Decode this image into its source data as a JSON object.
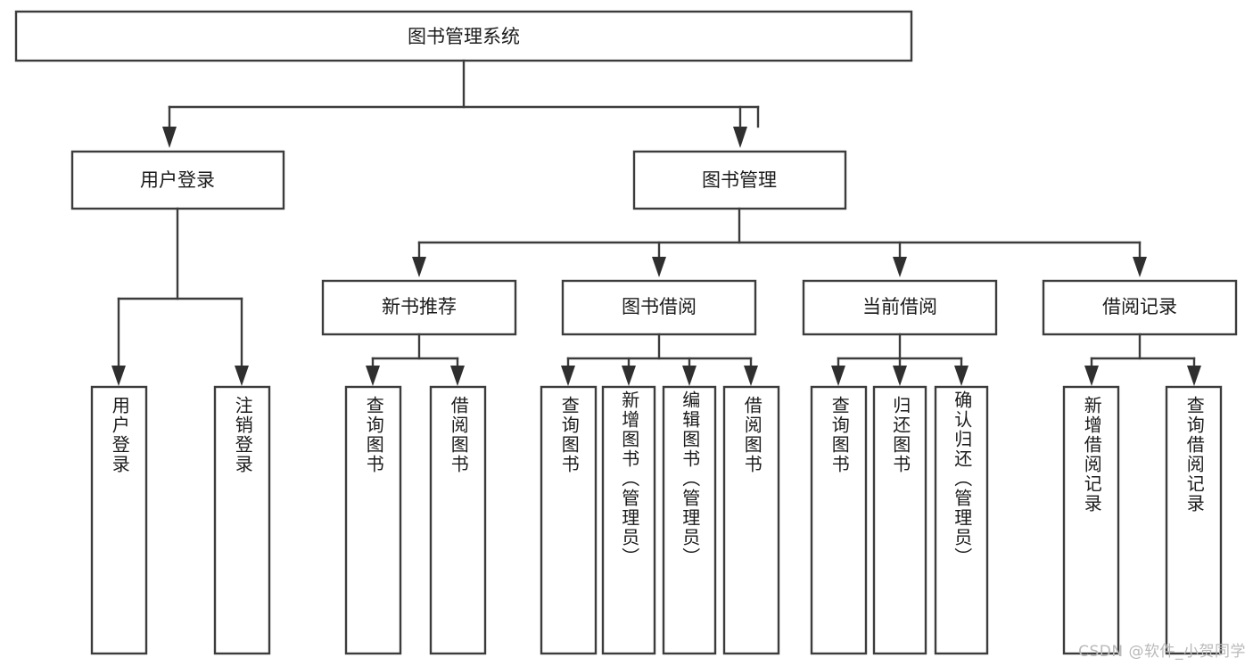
{
  "diagram": {
    "title": "图书管理系统",
    "type": "tree",
    "orientation": "top-down",
    "colors": {
      "box_stroke": "#3c3c3c",
      "box_fill": "#ffffff",
      "connector": "#3c3c3c",
      "text": "#1b1b1b",
      "background": "#ffffff",
      "watermark": "#b9b9b9"
    },
    "root": {
      "id": "root",
      "label": "图书管理系统"
    },
    "level2": [
      {
        "id": "user-login",
        "label": "用户登录"
      },
      {
        "id": "book-manage",
        "label": "图书管理"
      }
    ],
    "level3": [
      {
        "id": "new-book-recommend",
        "label": "新书推荐",
        "parent": "book-manage"
      },
      {
        "id": "book-borrow",
        "label": "图书借阅",
        "parent": "book-manage"
      },
      {
        "id": "current-borrow",
        "label": "当前借阅",
        "parent": "book-manage"
      },
      {
        "id": "borrow-record",
        "label": "借阅记录",
        "parent": "book-manage"
      }
    ],
    "leaves": [
      {
        "id": "leaf-user-login",
        "label": "用户登录",
        "parent": "user-login"
      },
      {
        "id": "leaf-logout-login",
        "label": "注销登录",
        "parent": "user-login"
      },
      {
        "id": "leaf-query-book-1",
        "label": "查询图书",
        "parent": "new-book-recommend"
      },
      {
        "id": "leaf-borrow-book-1",
        "label": "借阅图书",
        "parent": "new-book-recommend"
      },
      {
        "id": "leaf-query-book-2",
        "label": "查询图书",
        "parent": "book-borrow"
      },
      {
        "id": "leaf-add-book",
        "label": "新增图书（管理员）",
        "parent": "book-borrow"
      },
      {
        "id": "leaf-edit-book",
        "label": "编辑图书（管理员）",
        "parent": "book-borrow"
      },
      {
        "id": "leaf-borrow-book-2",
        "label": "借阅图书",
        "parent": "book-borrow"
      },
      {
        "id": "leaf-query-book-3",
        "label": "查询图书",
        "parent": "current-borrow"
      },
      {
        "id": "leaf-return-book",
        "label": "归还图书",
        "parent": "current-borrow"
      },
      {
        "id": "leaf-confirm-return",
        "label": "确认归还（管理员）",
        "parent": "current-borrow"
      },
      {
        "id": "leaf-add-record",
        "label": "新增借阅记录",
        "parent": "borrow-record"
      },
      {
        "id": "leaf-query-record",
        "label": "查询借阅记录",
        "parent": "borrow-record"
      }
    ],
    "watermark": "CSDN @软件_小贺同学"
  }
}
